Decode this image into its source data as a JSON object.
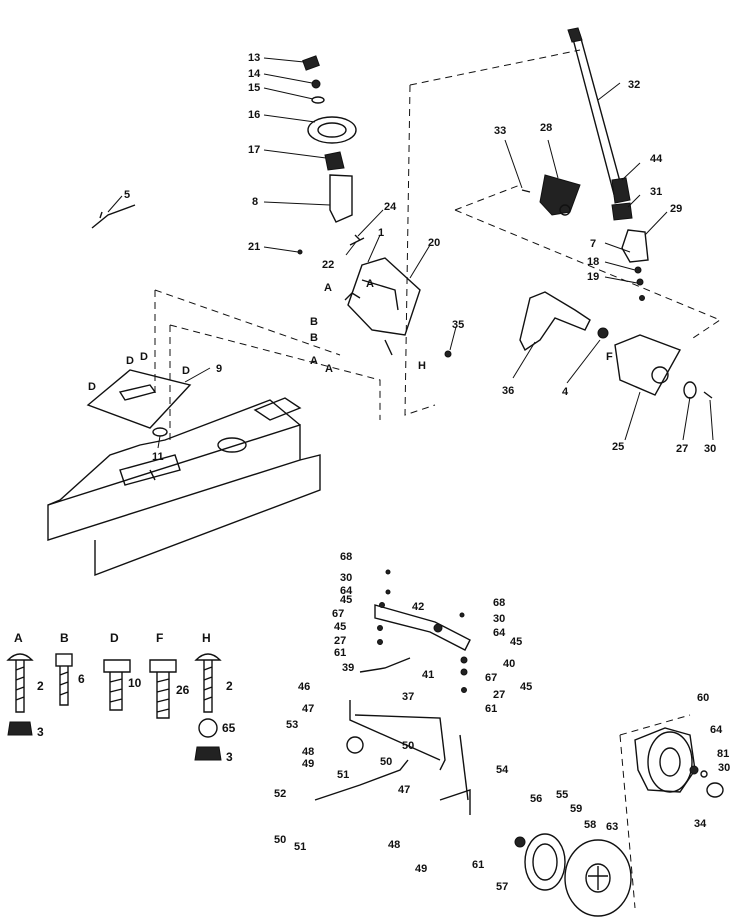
{
  "callouts": [
    {
      "id": "13",
      "text": "13"
    },
    {
      "id": "14",
      "text": "14"
    },
    {
      "id": "15",
      "text": "15"
    },
    {
      "id": "16",
      "text": "16"
    },
    {
      "id": "17",
      "text": "17"
    },
    {
      "id": "8",
      "text": "8"
    },
    {
      "id": "21",
      "text": "21"
    },
    {
      "id": "24",
      "text": "24"
    },
    {
      "id": "22",
      "text": "22"
    },
    {
      "id": "1",
      "text": "1"
    },
    {
      "id": "20",
      "text": "20"
    },
    {
      "id": "5",
      "text": "5"
    },
    {
      "id": "9",
      "text": "9"
    },
    {
      "id": "11",
      "text": "11"
    },
    {
      "id": "35",
      "text": "35"
    },
    {
      "id": "32",
      "text": "32"
    },
    {
      "id": "33",
      "text": "33"
    },
    {
      "id": "28",
      "text": "28"
    },
    {
      "id": "44",
      "text": "44"
    },
    {
      "id": "31",
      "text": "31"
    },
    {
      "id": "29",
      "text": "29"
    },
    {
      "id": "7",
      "text": "7"
    },
    {
      "id": "18",
      "text": "18"
    },
    {
      "id": "19",
      "text": "19"
    },
    {
      "id": "36",
      "text": "36"
    },
    {
      "id": "4",
      "text": "4"
    },
    {
      "id": "25",
      "text": "25"
    },
    {
      "id": "27",
      "text": "27"
    },
    {
      "id": "30",
      "text": "30"
    },
    {
      "id": "68a",
      "text": "68"
    },
    {
      "id": "30a",
      "text": "30"
    },
    {
      "id": "64a",
      "text": "64"
    },
    {
      "id": "45a",
      "text": "45"
    },
    {
      "id": "67a",
      "text": "67"
    },
    {
      "id": "45b",
      "text": "45"
    },
    {
      "id": "27a",
      "text": "27"
    },
    {
      "id": "61a",
      "text": "61"
    },
    {
      "id": "42",
      "text": "42"
    },
    {
      "id": "68b",
      "text": "68"
    },
    {
      "id": "30b",
      "text": "30"
    },
    {
      "id": "64b",
      "text": "64"
    },
    {
      "id": "45c",
      "text": "45"
    },
    {
      "id": "40",
      "text": "40"
    },
    {
      "id": "67b",
      "text": "67"
    },
    {
      "id": "45d",
      "text": "45"
    },
    {
      "id": "27b",
      "text": "27"
    },
    {
      "id": "61b",
      "text": "61"
    },
    {
      "id": "39",
      "text": "39"
    },
    {
      "id": "41",
      "text": "41"
    },
    {
      "id": "37",
      "text": "37"
    },
    {
      "id": "46",
      "text": "46"
    },
    {
      "id": "47a",
      "text": "47"
    },
    {
      "id": "53",
      "text": "53"
    },
    {
      "id": "50a",
      "text": "50"
    },
    {
      "id": "48a",
      "text": "48"
    },
    {
      "id": "49a",
      "text": "49"
    },
    {
      "id": "50b",
      "text": "50"
    },
    {
      "id": "51a",
      "text": "51"
    },
    {
      "id": "52",
      "text": "52"
    },
    {
      "id": "47b",
      "text": "47"
    },
    {
      "id": "54",
      "text": "54"
    },
    {
      "id": "50c",
      "text": "50"
    },
    {
      "id": "51b",
      "text": "51"
    },
    {
      "id": "48b",
      "text": "48"
    },
    {
      "id": "49b",
      "text": "49"
    },
    {
      "id": "61c",
      "text": "61"
    },
    {
      "id": "56",
      "text": "56"
    },
    {
      "id": "55",
      "text": "55"
    },
    {
      "id": "59",
      "text": "59"
    },
    {
      "id": "58",
      "text": "58"
    },
    {
      "id": "57",
      "text": "57"
    },
    {
      "id": "63",
      "text": "63"
    },
    {
      "id": "60",
      "text": "60"
    },
    {
      "id": "64c",
      "text": "64"
    },
    {
      "id": "81",
      "text": "81"
    },
    {
      "id": "30c",
      "text": "30"
    },
    {
      "id": "34",
      "text": "34"
    }
  ],
  "reference_letters": [
    "A",
    "A",
    "B",
    "B",
    "A",
    "A",
    "D",
    "D",
    "D",
    "D",
    "H",
    "F"
  ],
  "hardware_key": [
    {
      "letter": "A",
      "qty": "2",
      "nut_qty": "3"
    },
    {
      "letter": "B",
      "qty": "6",
      "nut_qty": ""
    },
    {
      "letter": "D",
      "qty": "10",
      "nut_qty": ""
    },
    {
      "letter": "F",
      "qty": "26",
      "nut_qty": ""
    },
    {
      "letter": "H",
      "qty": "2",
      "washer_qty": "65",
      "nut_qty": "3"
    }
  ]
}
